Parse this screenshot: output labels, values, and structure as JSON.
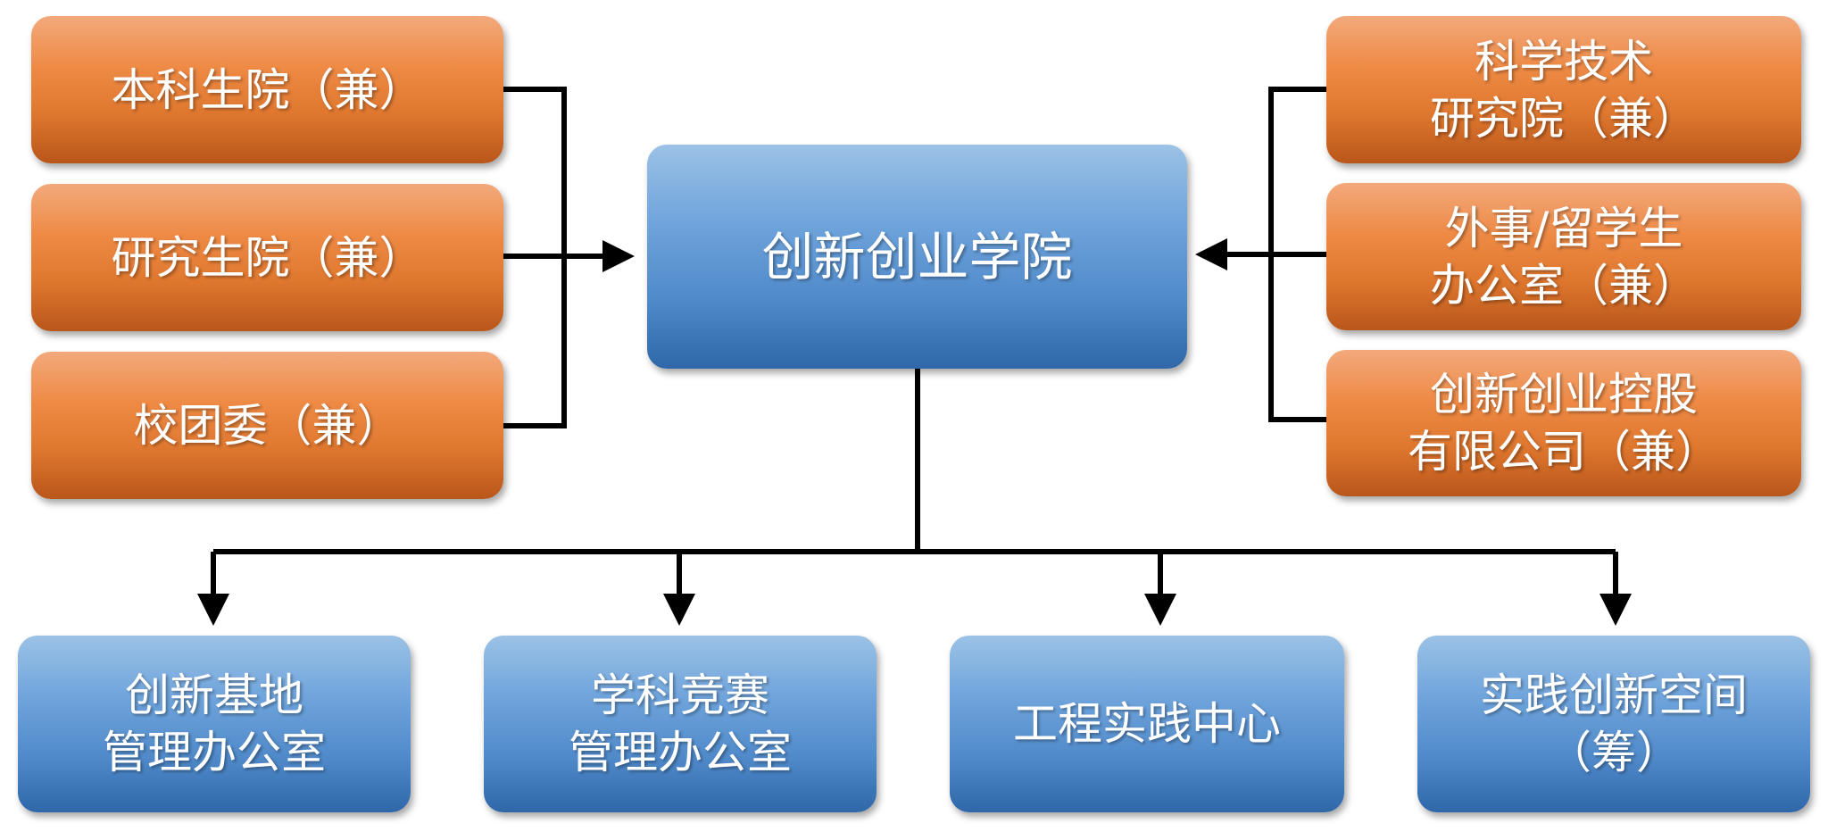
{
  "center": {
    "label": "创新创业学院"
  },
  "left_units": [
    {
      "lines": [
        "本科生院（兼）"
      ]
    },
    {
      "lines": [
        "研究生院（兼）"
      ]
    },
    {
      "lines": [
        "校团委（兼）"
      ]
    }
  ],
  "right_units": [
    {
      "lines": [
        "科学技术",
        "研究院（兼）"
      ]
    },
    {
      "lines": [
        "外事/留学生",
        "办公室（兼）"
      ]
    },
    {
      "lines": [
        "创新创业控股",
        "有限公司（兼）"
      ]
    }
  ],
  "sub_units": [
    {
      "lines": [
        "创新基地",
        "管理办公室"
      ]
    },
    {
      "lines": [
        "学科竞赛",
        "管理办公室"
      ]
    },
    {
      "lines": [
        "工程实践中心"
      ]
    },
    {
      "lines": [
        "实践创新空间",
        "（筹）"
      ]
    }
  ],
  "colors": {
    "orange": "#e0782f",
    "blue": "#4f89c9",
    "connector": "#000000"
  }
}
